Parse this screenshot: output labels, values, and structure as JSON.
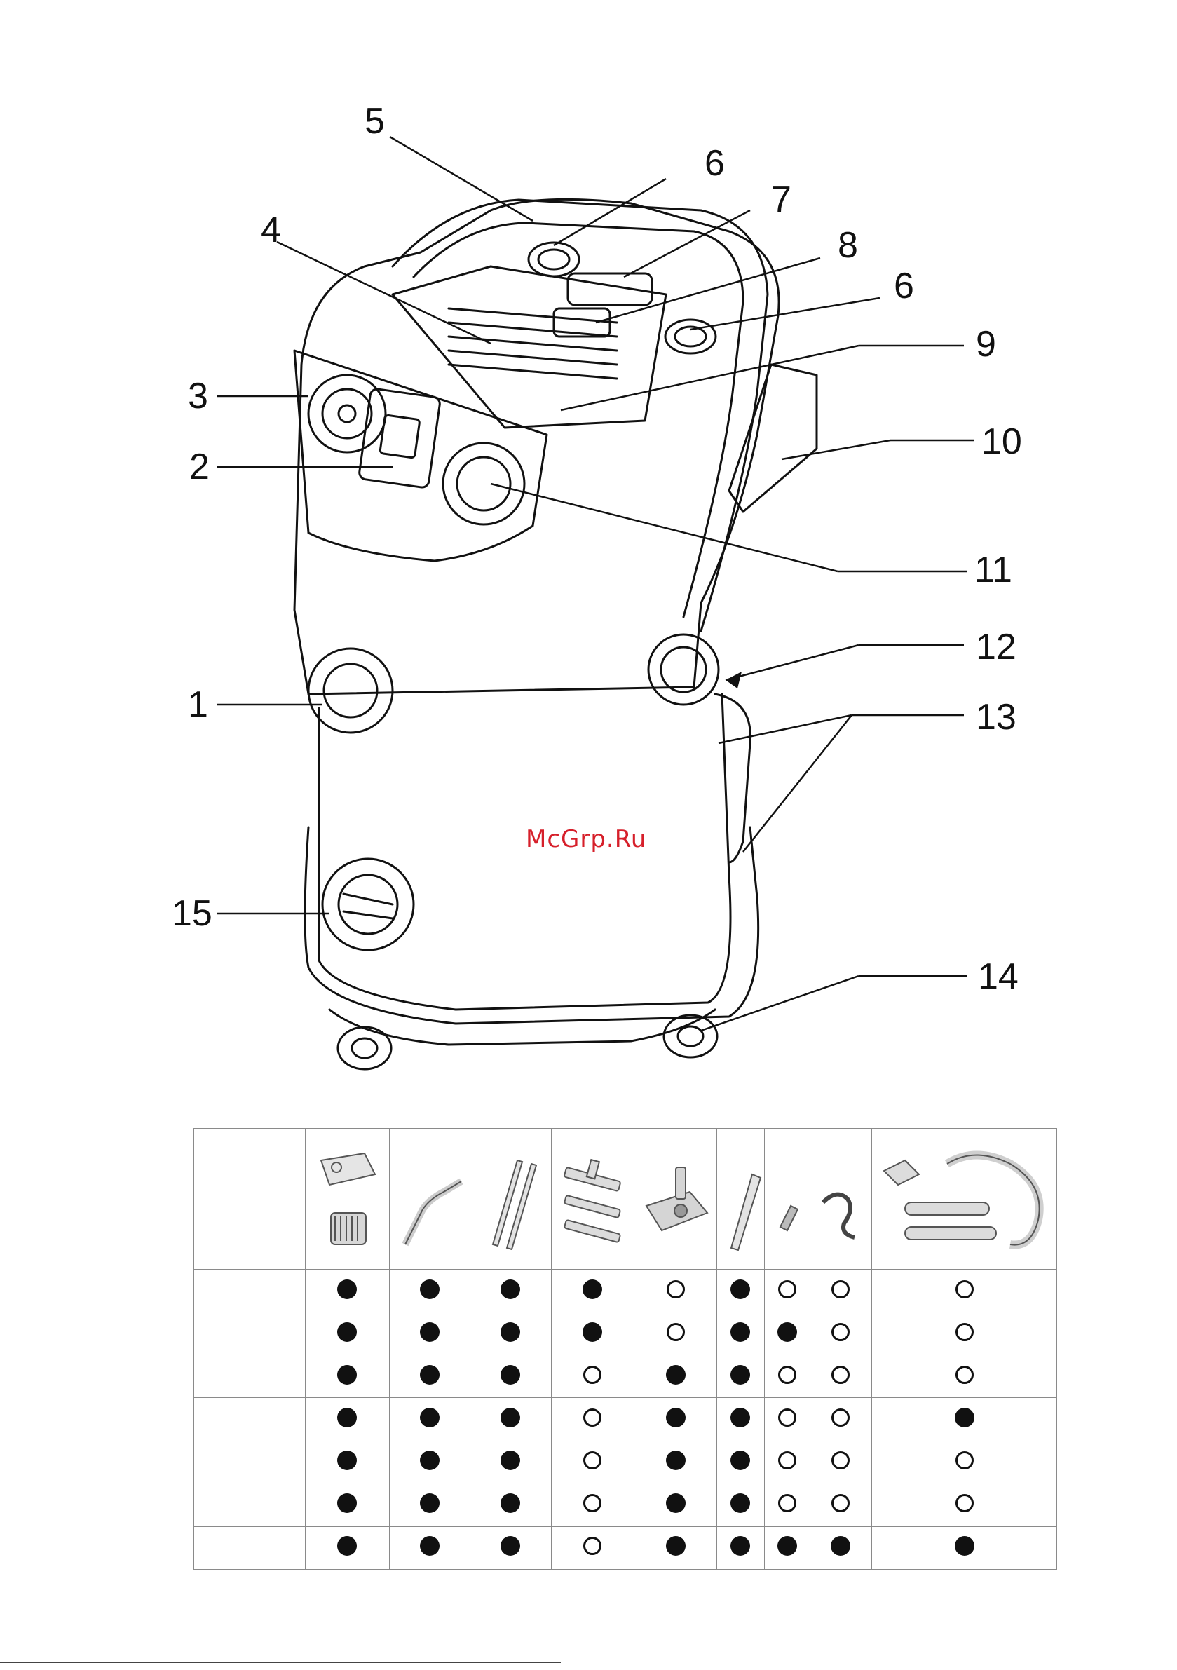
{
  "diagram": {
    "callouts": [
      "1",
      "2",
      "3",
      "4",
      "5",
      "6",
      "7",
      "8",
      "6",
      "9",
      "10",
      "11",
      "12",
      "13",
      "14",
      "15"
    ],
    "watermark": "McGrp.Ru"
  },
  "accessory_table": {
    "column_icons": [
      "filter-bag-and-cartridge-icon",
      "suction-elbow-icon",
      "suction-tubes-icon",
      "floor-nozzle-set-icon",
      "electro-nozzle-icon",
      "crevice-nozzle-icon",
      "adapter-icon",
      "flexible-adapter-icon",
      "hose-and-upholstery-set-icon"
    ],
    "row_labels": [
      "",
      "",
      "",
      "",
      "",
      "",
      ""
    ],
    "rows": [
      [
        "full",
        "full",
        "full",
        "full",
        "empty",
        "full",
        "empty",
        "empty",
        "empty"
      ],
      [
        "full",
        "full",
        "full",
        "full",
        "empty",
        "full",
        "full",
        "empty",
        "empty"
      ],
      [
        "full",
        "full",
        "full",
        "empty",
        "full",
        "full",
        "empty",
        "empty",
        "empty"
      ],
      [
        "full",
        "full",
        "full",
        "empty",
        "full",
        "full",
        "empty",
        "empty",
        "full"
      ],
      [
        "full",
        "full",
        "full",
        "empty",
        "full",
        "full",
        "empty",
        "empty",
        "empty"
      ],
      [
        "full",
        "full",
        "full",
        "empty",
        "full",
        "full",
        "empty",
        "empty",
        "empty"
      ],
      [
        "full",
        "full",
        "full",
        "empty",
        "full",
        "full",
        "full",
        "full",
        "full"
      ]
    ]
  },
  "colors": {
    "watermark": "#d61f2a",
    "line": "#111111",
    "grid": "#8a8a8a"
  }
}
